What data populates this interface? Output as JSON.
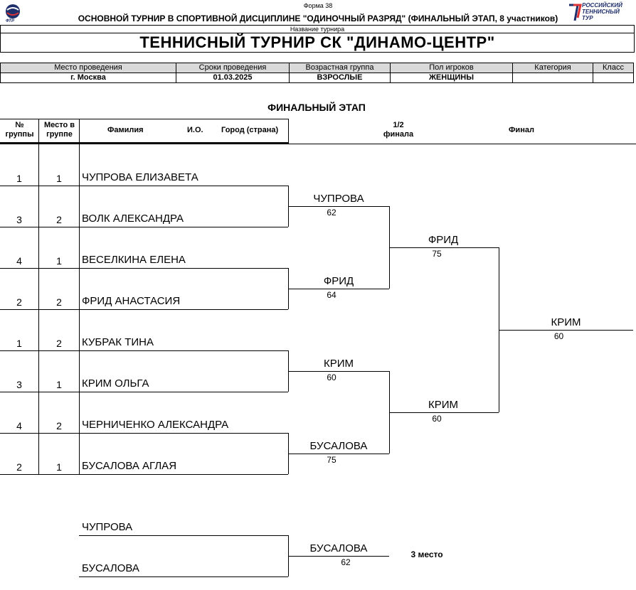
{
  "header": {
    "form": "Форма 38",
    "subtitle": "ОСНОВНОЙ ТУРНИР В СПОРТИВНОЙ ДИСЦИПЛИНЕ \"ОДИНОЧНЫЙ РАЗРЯД\" (ФИНАЛЬНЫЙ ЭТАП, 8 участников)",
    "name_label": "Название турнира",
    "title": "ТЕННИСНЫЙ ТУРНИР  СК \"ДИНАМО-ЦЕНТР\"",
    "ftr_logo_text": "ФТР",
    "rtt_logo_text": [
      "РОССИЙСКИЙ",
      "ТЕННИСНЫЙ",
      "ТУР"
    ]
  },
  "info": {
    "headers": [
      "Место проведения",
      "Сроки проведения",
      "Возрастная группа",
      "Пол игроков",
      "Категория",
      "Класс"
    ],
    "values": [
      "г. Москва",
      "01.03.2025",
      "ВЗРОСЛЫЕ",
      "ЖЕНЩИНЫ",
      "",
      ""
    ]
  },
  "stage_title": "ФИНАЛЬНЫЙ ЭТАП",
  "columns": {
    "group_no": [
      "№",
      "группы"
    ],
    "group_place": [
      "Место в",
      "группе"
    ],
    "surname": "Фамилия",
    "initials": "И.О.",
    "city": "Город (страна)",
    "semifinal": [
      "1/2",
      "финала"
    ],
    "final": "Финал"
  },
  "players": [
    {
      "group": "1",
      "place": "1",
      "name": "ЧУПРОВА ЕЛИЗАВЕТА"
    },
    {
      "group": "3",
      "place": "2",
      "name": "ВОЛК АЛЕКСАНДРА"
    },
    {
      "group": "4",
      "place": "1",
      "name": "ВЕСЕЛКИНА ЕЛЕНА"
    },
    {
      "group": "2",
      "place": "2",
      "name": "ФРИД АНАСТАСИЯ"
    },
    {
      "group": "1",
      "place": "2",
      "name": "КУБРАК ТИНА"
    },
    {
      "group": "3",
      "place": "1",
      "name": "КРИМ ОЛЬГА"
    },
    {
      "group": "4",
      "place": "2",
      "name": "ЧЕРНИЧЕНКО АЛЕКСАНДРА"
    },
    {
      "group": "2",
      "place": "1",
      "name": "БУСАЛОВА АГЛАЯ"
    }
  ],
  "round1": [
    {
      "winner": "ЧУПРОВА",
      "score": "62"
    },
    {
      "winner": "ФРИД",
      "score": "64"
    },
    {
      "winner": "КРИМ",
      "score": "60"
    },
    {
      "winner": "БУСАЛОВА",
      "score": "75"
    }
  ],
  "semifinal": [
    {
      "winner": "ФРИД",
      "score": "75"
    },
    {
      "winner": "КРИМ",
      "score": "60"
    }
  ],
  "final": {
    "winner": "КРИМ",
    "score": "60"
  },
  "third_place": {
    "players": [
      "ЧУПРОВА",
      "БУСАЛОВА"
    ],
    "winner": "БУСАЛОВА",
    "score": "62",
    "label": "3 место"
  }
}
